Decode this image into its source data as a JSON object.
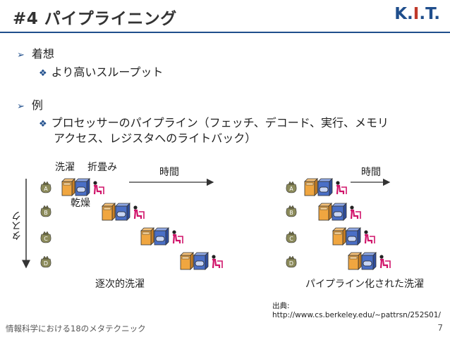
{
  "slide": {
    "title": "#4 パイプライニング",
    "logo": {
      "k": "K.",
      "i": "I",
      "t": ".T."
    },
    "bullets": {
      "b1": "着想",
      "b1_sub": "より高いスループット",
      "b2": "例",
      "b2_sub_line1": "プロセッサーのパイプライン（フェッチ、デコード、実行、メモリ",
      "b2_sub_line2": "アクセス、レジスタへのライトバック）"
    },
    "diagram": {
      "labels": {
        "wash": "洗濯",
        "fold": "折畳み",
        "dry": "乾燥",
        "time_left": "時間",
        "time_right": "時間",
        "task_axis": "タスク",
        "sequential": "逐次的洗濯",
        "pipelined": "パイプライン化された洗濯"
      },
      "bags": [
        "A",
        "B",
        "C",
        "D"
      ]
    },
    "source": "出典: http://www.cs.berkeley.edu/~pattrsn/252S01/",
    "footer": "情報科学における18のメタテクニック",
    "page_number": "7"
  },
  "colors": {
    "accent": "#1f4e8c",
    "washer": "#f0a640",
    "dryer": "#4a6fc6",
    "bag": "#8b8a5a",
    "folder": "#d0146a"
  }
}
